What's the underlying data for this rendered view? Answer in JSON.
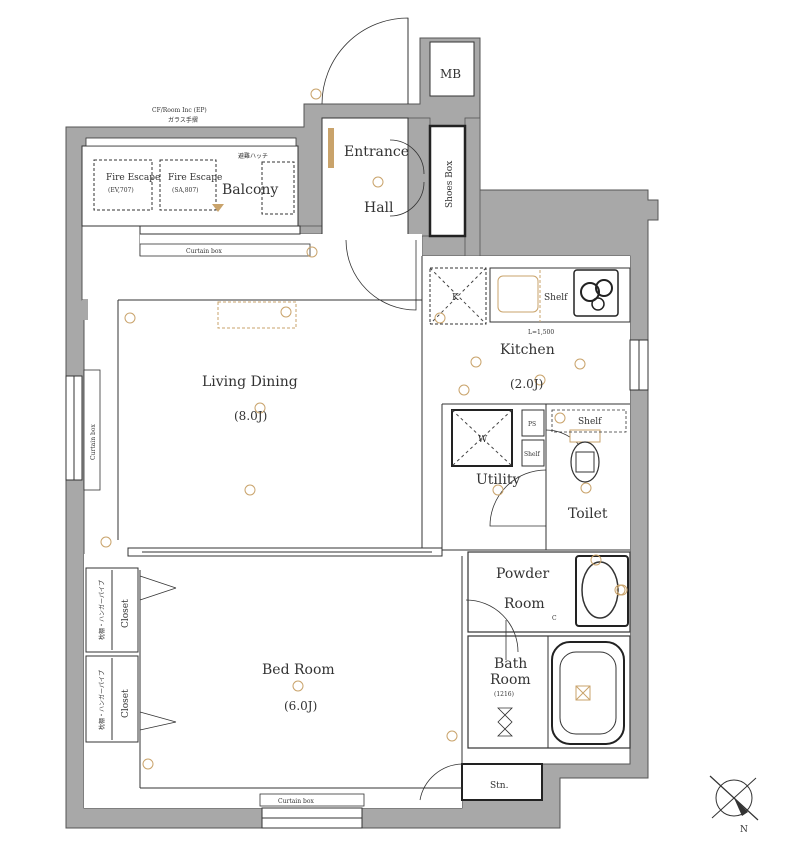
{
  "labels": {
    "mb": "MB",
    "entrance": "Entrance",
    "hall": "Hall",
    "shoes_box": "Shoes Box",
    "balcony": "Balcony",
    "fire_escape_1": "Fire Escape",
    "fire_escape_1_sub": "(EV,707)",
    "fire_escape_2": "Fire Escape",
    "fire_escape_2_sub": "(SA,807)",
    "balcony_note_1": "CF/Room Inc (EP)",
    "balcony_note_2": "ガラス手摺",
    "balcony_note_3": "避難ハッチ",
    "curtain_box_top": "Curtain box",
    "curtain_box_left": "Curtain box",
    "curtain_box_bottom": "Curtain box",
    "living_dining": "Living Dining",
    "living_dining_size": "(8.0J)",
    "kitchen": "Kitchen",
    "kitchen_size": "(2.0J)",
    "kitchen_width": "L=1,500",
    "shelf_kitchen": "Shelf",
    "utility": "Utility",
    "washer": "W",
    "ps": "PS",
    "shelf_utility": "Shelf",
    "shelf_toilet": "Shelf",
    "toilet": "Toilet",
    "powder_room_1": "Powder",
    "powder_room_2": "Room",
    "bath_room_1": "Bath",
    "bath_room_2": "Room",
    "bath_room_size": "(1216)",
    "bed_room": "Bed Room",
    "bed_room_size": "(6.0J)",
    "closet_1": "Closet",
    "closet_2": "Closet",
    "closet_note_1": "枕棚・ハンガーパイプ",
    "closet_note_2": "枕棚・ハンガーパイプ",
    "storage": "Stn.",
    "kitchen_k": "K",
    "cabinet_c": "C",
    "compass_n": "N"
  },
  "colors": {
    "wall": "#a8a8a8",
    "wall_stroke": "#555555",
    "fixture_accent": "#c9a36b",
    "text": "#333333"
  }
}
